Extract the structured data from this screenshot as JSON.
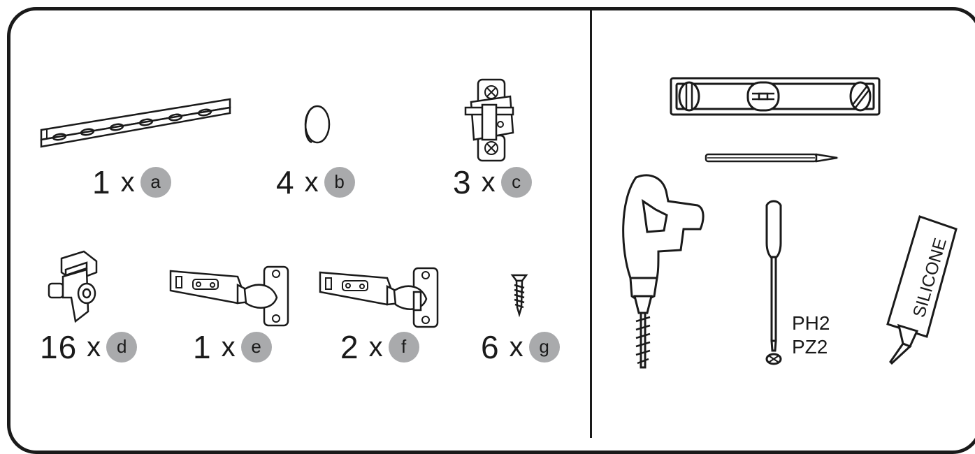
{
  "parts": [
    {
      "id": "a",
      "quantity": "1",
      "times": "x",
      "badge": "a",
      "icon": "mounting-rail"
    },
    {
      "id": "b",
      "quantity": "4",
      "times": "x",
      "badge": "b",
      "icon": "cover-cap"
    },
    {
      "id": "c",
      "quantity": "3",
      "times": "x",
      "badge": "c",
      "icon": "hinge-mounting-plate"
    },
    {
      "id": "d",
      "quantity": "16",
      "times": "x",
      "badge": "d",
      "icon": "shelf-support"
    },
    {
      "id": "e",
      "quantity": "1",
      "times": "x",
      "badge": "e",
      "icon": "concealed-hinge"
    },
    {
      "id": "f",
      "quantity": "2",
      "times": "x",
      "badge": "f",
      "icon": "concealed-hinge-with-damper"
    },
    {
      "id": "g",
      "quantity": "6",
      "times": "x",
      "badge": "g",
      "icon": "wood-screw"
    }
  ],
  "tools": {
    "level": {
      "icon": "spirit-level"
    },
    "pencil": {
      "icon": "pencil"
    },
    "drill": {
      "icon": "power-drill"
    },
    "screwdriver": {
      "icon": "screwdriver",
      "bit_labels": [
        "PH2",
        "PZ2"
      ]
    },
    "silicone": {
      "icon": "silicone-tube",
      "label": "SILICONE"
    }
  },
  "colors": {
    "line": "#1a1a1a",
    "badge": "#a9aaac",
    "background": "#ffffff"
  }
}
